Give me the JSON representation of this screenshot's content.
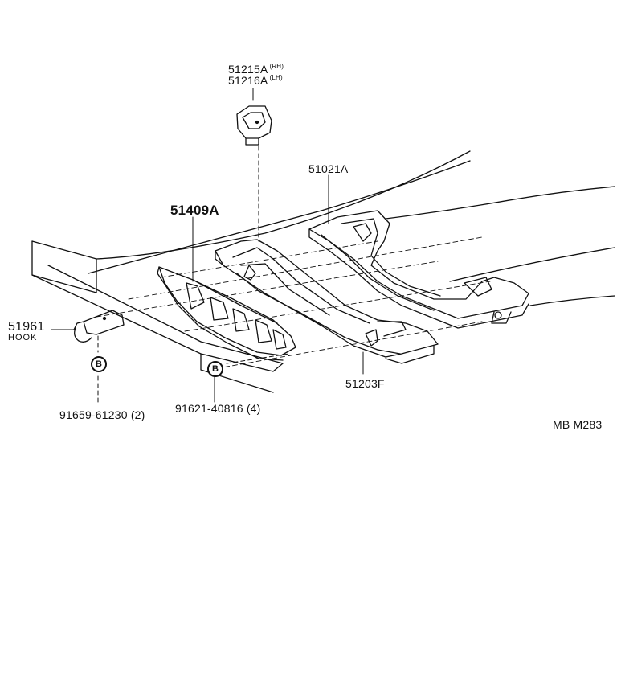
{
  "labels": {
    "bracket_rh": {
      "part": "51215A",
      "side": "(RH)"
    },
    "bracket_lh": {
      "part": "51216A",
      "side": "(LH)"
    },
    "crossmember_main": "51021A",
    "skid_plate": "51409A",
    "hook": {
      "part": "51961",
      "name": "HOOK"
    },
    "crossmember_front": "51203F",
    "bolt_b1": {
      "symbol": "B",
      "part": "91659-61230 (2)"
    },
    "bolt_b2": {
      "symbol": "B",
      "part": "91621-40816 (4)"
    },
    "drawing_ref": "MB  M283"
  }
}
